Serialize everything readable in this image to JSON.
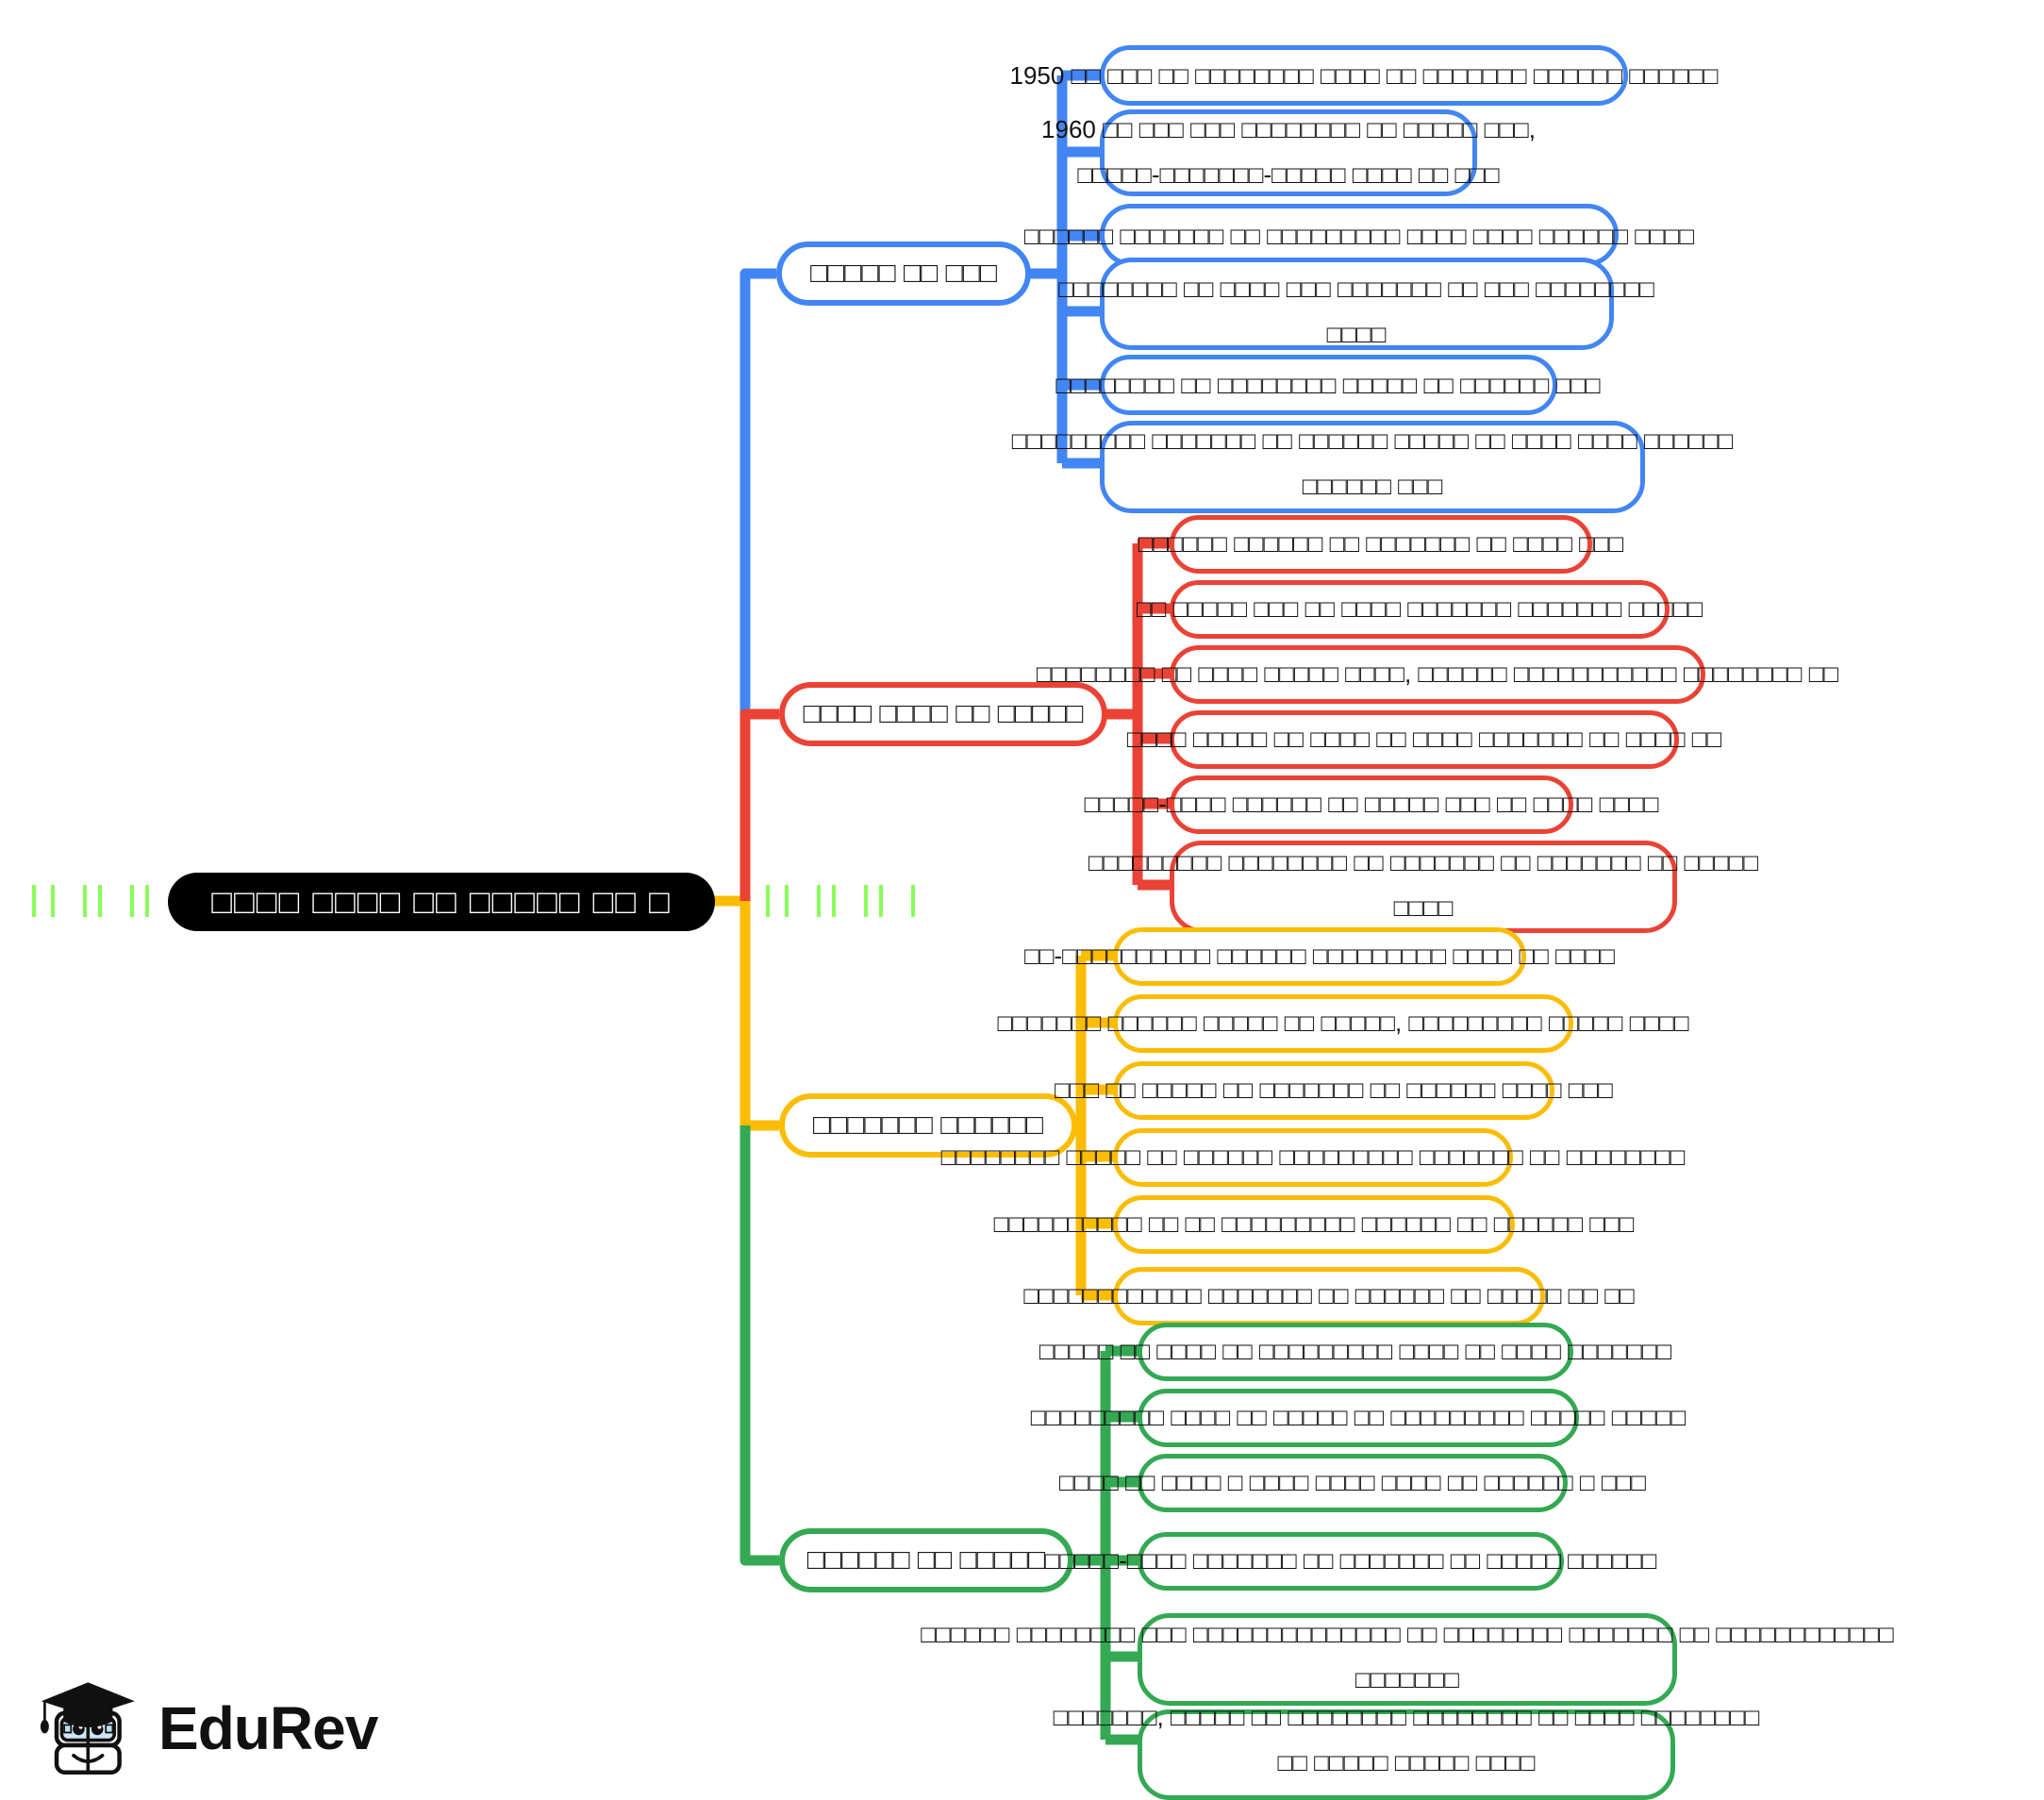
{
  "diagram": {
    "type": "mind-map",
    "title_glyphs": "□□□□ □□□□ □□ □□□□□ □□ □",
    "note": "Devanagari (Hindi) text is rendered as missing-glyph tofu boxes in the source screenshot",
    "colors": {
      "root": "#000000",
      "branch_1": "#4285f4",
      "branch_2": "#ea4335",
      "branch_3": "#fbbc04",
      "branch_4": "#34a853",
      "tick_decoration": "#8aff5a",
      "text": "#111111",
      "background": "#ffffff"
    }
  },
  "root": {
    "label": "□□□□ □□□□ □□ □□□□□ □□ □"
  },
  "branches": [
    {
      "id": "branch-blue",
      "color": "#4285f4",
      "label": "□□□□□ □□ □□□",
      "leaves": [
        {
          "text": "1950 □□ □□□ □□ □□□□□□□□ □□□□ □□ □□□□□□□ □□□□□□ □□□□□□"
        },
        {
          "text": "1960 □□ □□□ □□□ □□□□□□□□ □□ □□□□□ □□□,\n□□□□□-□□□□□□□-□□□□□ □□□□ □□ □□□"
        },
        {
          "text": "□□□□□□ □□□□□□□ □□ □□□□□□□□□ □□□□ □□□□ □□□□□□ □□□□"
        },
        {
          "text": "□□□□□□□□ □□ □□□□ □□□ □□□□□□□ □□ □□□ □□□□□□□□\n□□□□"
        },
        {
          "text": "□□□□□□□□ □□ □□□□□□□□ □□□□□ □□ □□□□□□ □□□"
        },
        {
          "text": "□□□□□□□□□ □□□□□□□ □□ □□□□□□ □□□□□ □□ □□□□ □□□□ □□□□□□\n□□□□□□ □□□"
        }
      ]
    },
    {
      "id": "branch-red",
      "color": "#ea4335",
      "label": "□□□□ □□□□ □□ □□□□□",
      "leaves": [
        {
          "text": "□□□□□□ □□□□□□ □□ □□□□□□□ □□ □□□□ □□□"
        },
        {
          "text": "□□ □□□□□ □□□ □□ □□□□ □□□□□□□ □□□□□□□ □□□□□"
        },
        {
          "text": "□□□□□□□□ □□ □□□□ □□□□□ □□□□, □□□□□□ □□□□□□□□□□□ □□□□□□□□ □□"
        },
        {
          "text": "□□□□ □□□□□ □□ □□□□ □□ □□□□ □□□□□□□ □□ □□□□ □□"
        },
        {
          "text": "□□□□□-□□□□ □□□□□□ □□ □□□□□ □□□ □□ □□□□ □□□□"
        },
        {
          "text": "□□□□□□□□□ □□□□□□□□ □□ □□□□□□□ □□ □□□□□□□ □□ □□□□□\n□□□□"
        }
      ]
    },
    {
      "id": "branch-yellow",
      "color": "#fbbc04",
      "label": "□□□□□□□ □□□□□□",
      "leaves": [
        {
          "text": "□□-□□□□□□□□□□ □□□□□□ □□□□□□□□□ □□□□ □□ □□□□"
        },
        {
          "text": "□□□□□□□ □□□□□□ □□□□□ □□ □□□□□, □□□□□□□□□ □□□□□ □□□□"
        },
        {
          "text": "□□□ □□ □□□□□ □□ □□□□□□□ □□ □□□□□□ □□□□ □□□"
        },
        {
          "text": "□□□□□□□□ □□□□□ □□ □□□□□□ □□□□□□□□□ □□□□□□□ □□ □□□□□□□□"
        },
        {
          "text": "□□□□□□□□□□ □□ □□ □□□□□□□□□ □□□□□□ □□ □□□□□□ □□□"
        },
        {
          "text": "□□□□□□□□□□□□ □□□□□□□ □□ □□□□□□ □□ □□□□□ □□ □□"
        }
      ]
    },
    {
      "id": "branch-green",
      "color": "#34a853",
      "label": "□□□□□□ □□ □□□□□",
      "leaves": [
        {
          "text": "□□□□□ □□ □□□□ □□ □□□□□□□□□ □□□□ □□ □□□□ □□□□□□□"
        },
        {
          "text": "□□□□□□□□□ □□□□ □□ □□□□□ □□ □□□□□□□□□ □□□□□ □□□□□"
        },
        {
          "text": "□□□□ □□ □□□□ □ □□□□ □□□□ □□□□ □□ □□□□□□ □ □□□"
        },
        {
          "text": "□□□□□-□□□□ □□□□□□□ □□ □□□□□□□ □□ □□□□□ □□□□□□"
        },
        {
          "text": "□□□□□□ □□□□□□□□ □□□ □□□□□□□□□□□□□□ □□ □□□□□□□□ □□□□□□□ □□ □□□□□□□□□□□□\n□□□□□□□"
        },
        {
          "text": "□□□□□□□, □□□□□ □□ □□□□□□□□ □□□□□□□□ □□ □□□□ □□□□□□□□\n□□ □□□□□ □□□□□ □□□□"
        }
      ]
    }
  ],
  "decorations": {
    "left_ticks": 11,
    "right_ticks": 7,
    "tick_color": "#8aff5a"
  },
  "logo": {
    "brand": "EduRev",
    "icon": "graduation-cap-robot-mascot"
  }
}
